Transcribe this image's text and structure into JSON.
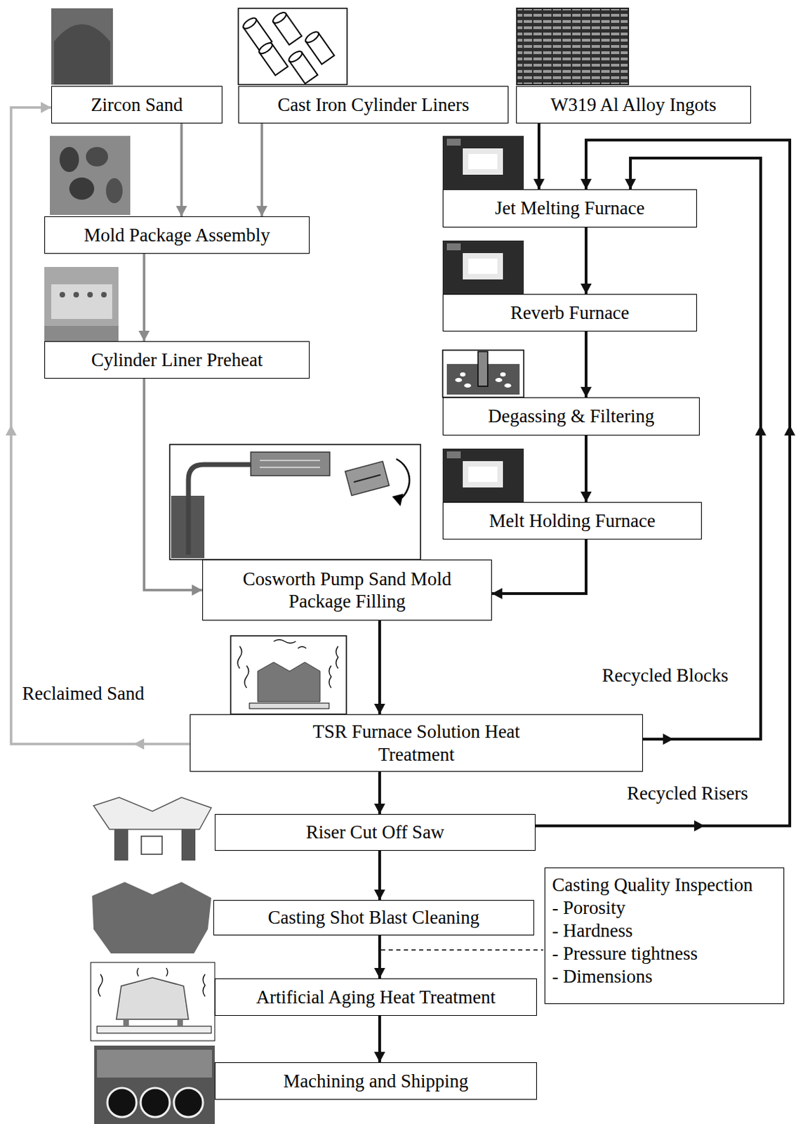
{
  "diagram": {
    "nodes": [
      {
        "text": [
          "Zircon Sand"
        ]
      },
      {
        "text": [
          "Cast Iron Cylinder Liners"
        ]
      },
      {
        "text": [
          "W319 Al Alloy Ingots"
        ]
      },
      {
        "text": [
          "Jet Melting Furnace"
        ]
      },
      {
        "text": [
          "Mold Package Assembly"
        ]
      },
      {
        "text": [
          "Reverb Furnace"
        ]
      },
      {
        "text": [
          "Cylinder Liner Preheat"
        ]
      },
      {
        "text": [
          "Degassing & Filtering"
        ]
      },
      {
        "text": [
          "Melt Holding Furnace"
        ]
      },
      {
        "text": [
          "Cosworth Pump Sand Mold Package Filling"
        ]
      },
      {
        "text": [
          "TSR Furnace Solution Heat Treatment"
        ]
      },
      {
        "text": [
          "Riser Cut Off Saw"
        ]
      },
      {
        "text": [
          "Casting Shot Blast Cleaning"
        ]
      },
      {
        "text": [
          "Casting Quality Inspection",
          "- Porosity",
          "- Hardness",
          "- Pressure tightness",
          "- Dimensions"
        ]
      },
      {
        "text": [
          "Artificial Aging Heat Treatment"
        ]
      },
      {
        "text": [
          "Machining and Shipping"
        ]
      }
    ],
    "edges": [
      {
        "from": 0,
        "to": 4,
        "arrow": "to"
      },
      {
        "from": 1,
        "to": 4,
        "arrow": "to"
      },
      {
        "from": 2,
        "to": 3,
        "arrow": "to"
      },
      {
        "from": 4,
        "to": 6,
        "arrow": "to"
      },
      {
        "from": 6,
        "to": 9,
        "arrow": "to"
      },
      {
        "from": 3,
        "to": 5,
        "arrow": "to"
      },
      {
        "from": 5,
        "to": 7,
        "arrow": "to"
      },
      {
        "from": 7,
        "to": 8,
        "arrow": "to"
      },
      {
        "from": 8,
        "to": 9,
        "arrow": "to"
      },
      {
        "from": 9,
        "to": 10,
        "arrow": "to"
      },
      {
        "from": 10,
        "to": 3,
        "label": "Recycled Blocks",
        "arrow": "to"
      },
      {
        "from": 10,
        "to": 0,
        "label": "Reclaimed Sand",
        "arrow": "to"
      },
      {
        "from": 10,
        "to": 11,
        "arrow": "to"
      },
      {
        "from": 11,
        "to": 3,
        "label": "Recycled Risers",
        "arrow": "to"
      },
      {
        "from": 11,
        "to": 12,
        "arrow": "to"
      },
      {
        "from": 12,
        "to": 14,
        "arrow": "to"
      },
      {
        "from": 14,
        "to": 15,
        "arrow": "to"
      }
    ]
  }
}
